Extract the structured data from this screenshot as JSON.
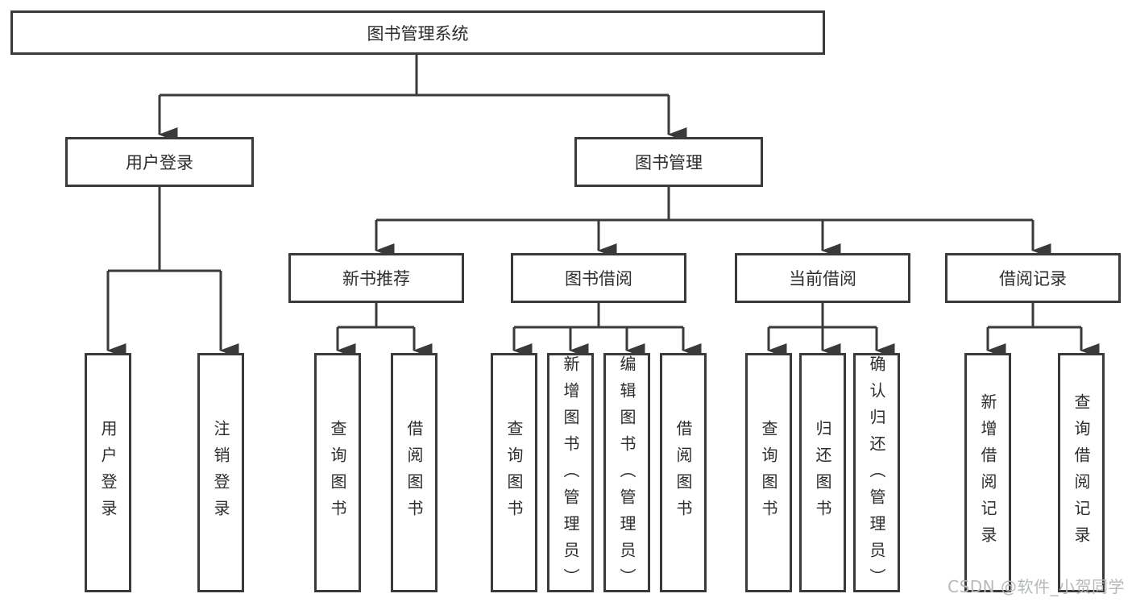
{
  "diagram": {
    "title_node": "图书管理系统",
    "branch_user": {
      "label": "用户登录",
      "children": [
        "用户登录",
        "注销登录"
      ]
    },
    "branch_books": {
      "label": "图书管理",
      "groups": [
        {
          "label": "新书推荐",
          "children": [
            "查询图书",
            "借阅图书"
          ]
        },
        {
          "label": "图书借阅",
          "children": [
            "查询图书",
            "新增图书（管理员）",
            "编辑图书（管理员）",
            "借阅图书"
          ]
        },
        {
          "label": "当前借阅",
          "children": [
            "查询图书",
            "归还图书",
            "确认归还（管理员）"
          ]
        },
        {
          "label": "借阅记录",
          "children": [
            "新增借阅记录",
            "查询借阅记录"
          ]
        }
      ]
    }
  },
  "watermark": "CSDN @软件_小贺同学",
  "colors": {
    "line": "#3a3a3a",
    "box_border": "#3a3a3a",
    "text": "#2d2d2d",
    "watermark": "#b6b9bc",
    "background": "#ffffff"
  }
}
